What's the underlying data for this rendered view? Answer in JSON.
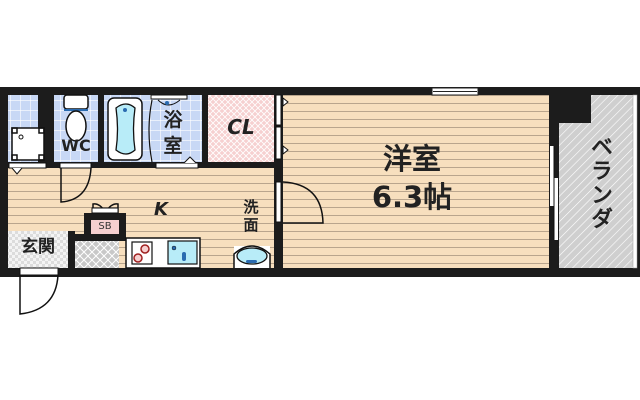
{
  "floorplan": {
    "type": "1K apartment floor plan",
    "rooms": {
      "western_room": {
        "label": "洋室",
        "size": "6.3帖"
      },
      "kitchen": {
        "label": "K"
      },
      "closet": {
        "label": "CL"
      },
      "bathroom": {
        "label_line1": "浴",
        "label_line2": "室"
      },
      "toilet": {
        "label": "WC"
      },
      "washroom": {
        "label_line1": "洗",
        "label_line2": "面"
      },
      "entrance": {
        "label": "玄関"
      },
      "shoe_box": {
        "label": "SB"
      },
      "veranda": {
        "label": "ベランダ"
      }
    },
    "colors": {
      "wall": "#1c1c1c",
      "floor_wood": "#f7dfbe",
      "floor_lines": "#b9a58d",
      "tile_blue": "#c8d8f5",
      "closet_pink": "#f6d0d0",
      "veranda_gray": "#cfcfcf",
      "entrance_check": "#e2e2e2",
      "fixture_blue": "#b8ecf8"
    }
  }
}
